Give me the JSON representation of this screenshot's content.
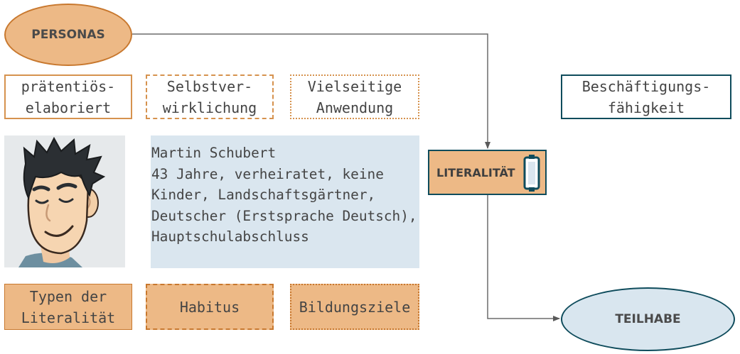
{
  "personas_label": "PERSONAS",
  "teilhabe_label": "TEILHABE",
  "literalitaet_label": "LITERALITÄT",
  "top_boxes": {
    "box1": [
      "prätentiös-",
      "elaboriert"
    ],
    "box2": [
      "Selbstver-",
      "wirklichung"
    ],
    "box3": [
      "Vielseitige",
      "Anwendung"
    ],
    "box4": [
      "Beschäftigungs-",
      "fähigkeit"
    ]
  },
  "bottom_boxes": {
    "box1": [
      "Typen der",
      "Literalität"
    ],
    "box2": "Habitus",
    "box3": "Bildungsziele"
  },
  "persona": {
    "name": "Martin Schubert",
    "details": [
      "43 Jahre, verheiratet, keine",
      "Kinder, Landschaftsgärtner,",
      "Deutscher (Erstsprache Deutsch),",
      "Hauptschulabschluss"
    ]
  },
  "colors": {
    "orange_fill": "#edb986",
    "orange_border": "#d6924e",
    "teal_border": "#0f4c5c",
    "light_blue": "#dae6ef"
  }
}
